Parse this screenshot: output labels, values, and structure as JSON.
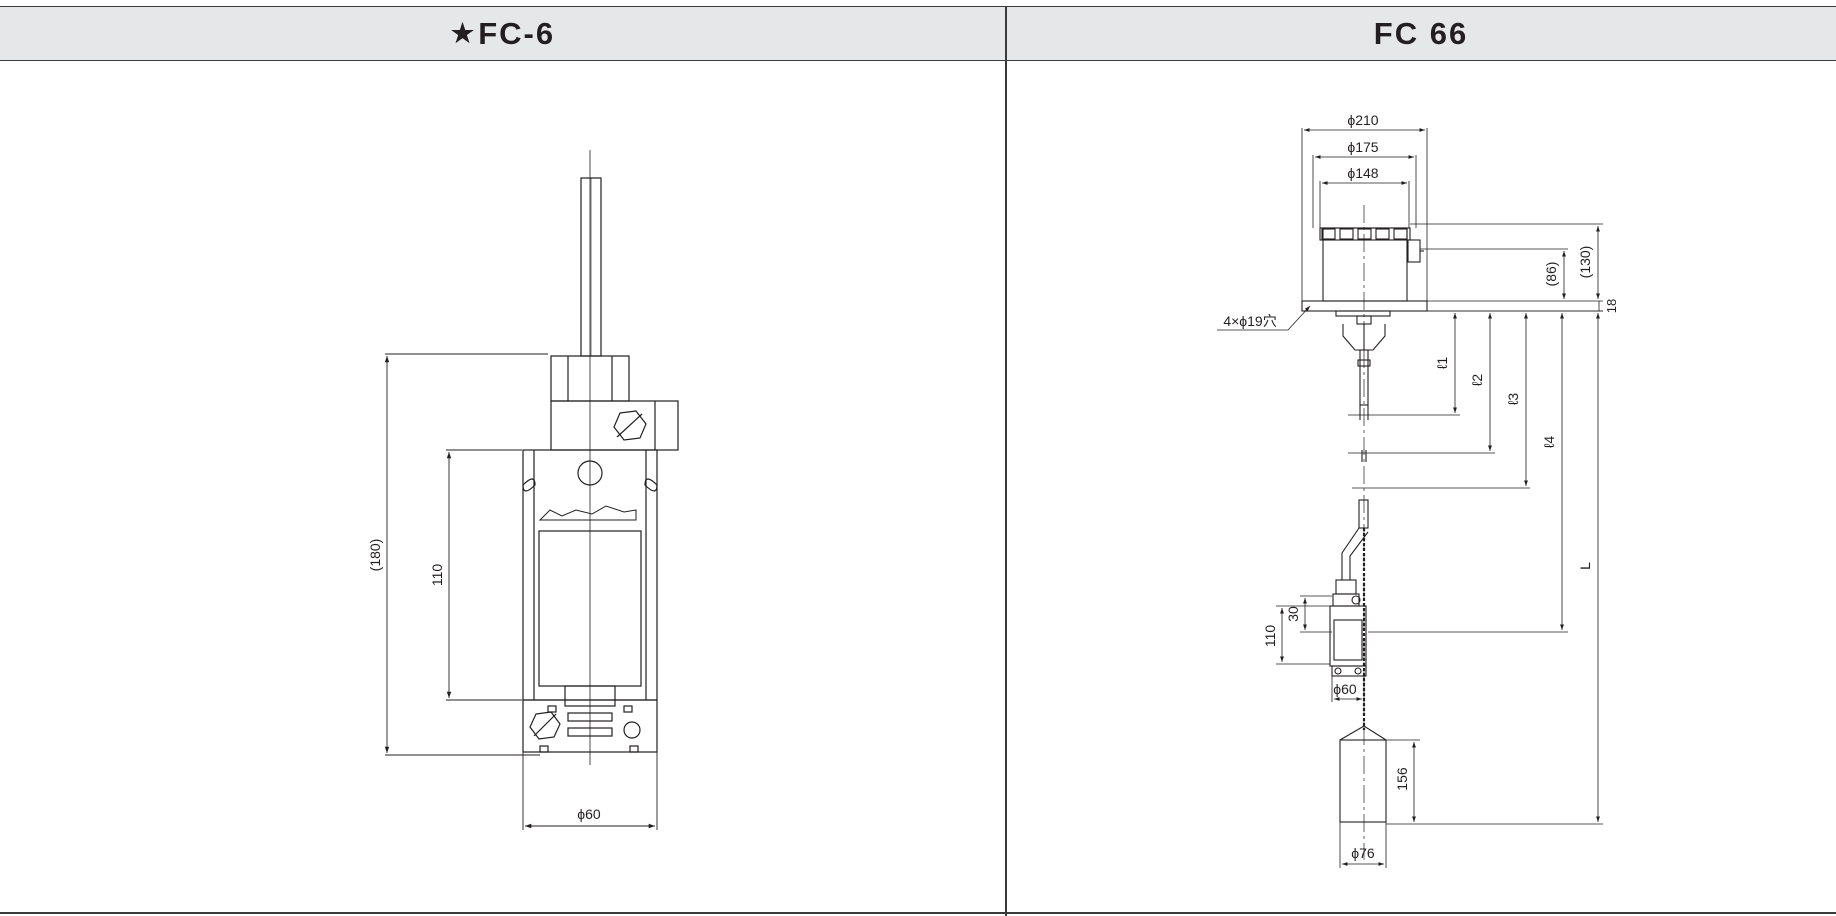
{
  "left_panel": {
    "title_mark": "★",
    "title": "FC-6",
    "dims": {
      "overall": "(180)",
      "body": "110",
      "diameter": "ϕ60"
    }
  },
  "right_panel": {
    "title": "FC 66",
    "dims": {
      "d210": "ϕ210",
      "d175": "ϕ175",
      "d148": "ϕ148",
      "h130": "(130)",
      "h86": "(86)",
      "t18": "18",
      "holes": "4×ϕ19穴",
      "l1": "ℓ1",
      "l2": "ℓ2",
      "l3": "ℓ3",
      "l4": "ℓ4",
      "L": "L",
      "h30": "30",
      "h110": "110",
      "d60": "ϕ60",
      "h156": "156",
      "d76": "ϕ76"
    }
  }
}
